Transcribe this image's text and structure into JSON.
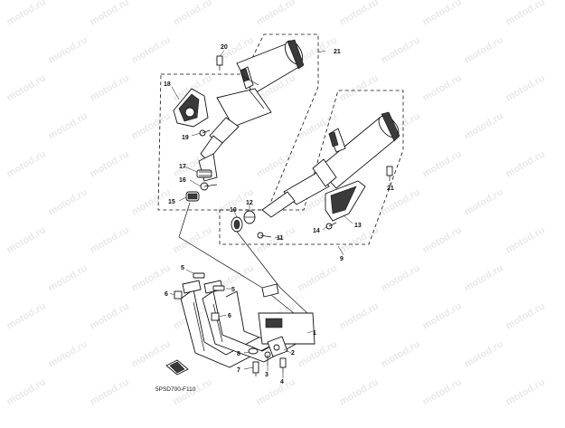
{
  "diagram": {
    "doc_code": "5PSD700-F110",
    "watermark_text": "motod.ru",
    "callouts": [
      "1",
      "2",
      "3",
      "4",
      "5",
      "5",
      "6",
      "6",
      "7",
      "8",
      "9",
      "10",
      "11",
      "12",
      "13",
      "14",
      "15",
      "16",
      "17",
      "18",
      "19",
      "20",
      "21",
      "21"
    ]
  }
}
